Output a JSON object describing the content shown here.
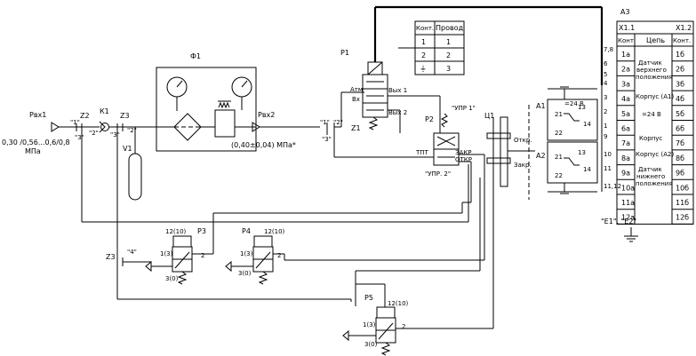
{
  "inlet": {
    "label": "Pвх1",
    "pressure_line1": "0,30 /0,56...0,6/0,8",
    "pressure_unit": "МПа"
  },
  "filter": {
    "label": "Ф1",
    "outlet_label": "Pвх2",
    "pressure": "(0,40±0,04) МПа*"
  },
  "valve_k1": "К1",
  "receiver": "V1",
  "connectors": {
    "z1": "Z1",
    "z2": "Z2",
    "z3a": "Z3",
    "z3b": "Z3",
    "p1": "\"1\"",
    "p2": "\"2\"",
    "p3": "\"3\"",
    "p2b": "\"2\"",
    "p3b": "\"3\"",
    "p1b": "\"1\"",
    "p2c": "\"2\"",
    "p4": "\"4\""
  },
  "p1": {
    "label": "Р1",
    "atm": "Атм",
    "in": "Вх",
    "out1": "Вых 1",
    "out2": "Вых 2"
  },
  "p2": {
    "label": "Р2",
    "upr1": "\"УПР 1\"",
    "upr2": "\"УПР. 2\"",
    "tpt": "ТПТ",
    "zakr": "ЗАКР",
    "otkr": "ОТКР"
  },
  "cylinder": {
    "label": "Ц1",
    "open": "Откр.",
    "closed": "Закр."
  },
  "sensors": {
    "a1": "А1",
    "a2": "А2",
    "voltage": "=24 В",
    "c21": "21",
    "c22": "22",
    "c13": "13",
    "c14": "14",
    "c21b": "21",
    "c22b": "22",
    "c13b": "13",
    "c14b": "14"
  },
  "wire_table": {
    "headers": [
      "Конт.",
      "Провод"
    ],
    "rows": [
      [
        "1",
        "1"
      ],
      [
        "2",
        "2"
      ],
      [
        "⏚",
        "3"
      ]
    ]
  },
  "a3": {
    "label": "А3",
    "x11": "X1.1",
    "x12": "X1.2",
    "headers": [
      "Конт.",
      "Цепь",
      "Конт."
    ],
    "rows": [
      [
        "1а",
        "1б"
      ],
      [
        "2а",
        "2б"
      ],
      [
        "3а",
        "3б"
      ],
      [
        "4а",
        "4б"
      ],
      [
        "5а",
        "5б"
      ],
      [
        "6а",
        "6б"
      ],
      [
        "7а",
        "7б"
      ],
      [
        "8а",
        "8б"
      ],
      [
        "9а",
        "9б"
      ],
      [
        "10а",
        "10б"
      ],
      [
        "11а",
        "11б"
      ],
      [
        "12а",
        "12б"
      ]
    ],
    "circuits": {
      "upper_sensor": [
        "Датчик",
        "верхнего",
        "положения"
      ],
      "housing_a1": "Корпус (А1)",
      "voltage": "=24 В",
      "housing": "Корпус",
      "housing_a2": "Корпус (А2)",
      "lower_sensor": [
        "Датчик",
        "нижнего",
        "положения"
      ]
    },
    "left_pins": [
      "7,8",
      "6",
      "5",
      "4",
      "3",
      "2",
      "1",
      "9",
      "10",
      "11",
      "11,12"
    ]
  },
  "ground_note": "\"Е1\", \"Е2\"",
  "valves": {
    "p3": {
      "label": "Р3",
      "port12": "12(10)",
      "port1": "1(3)",
      "port2": "2",
      "port3": "3(0)"
    },
    "p4": {
      "label": "Р4",
      "port12": "12(10)",
      "port1": "1(3)",
      "port2": "2",
      "port3": "3(0)"
    },
    "p5": {
      "label": "Р5",
      "port12": "12(10)",
      "port1": "1(3)",
      "port2": "2",
      "port3": "3(0)"
    }
  }
}
